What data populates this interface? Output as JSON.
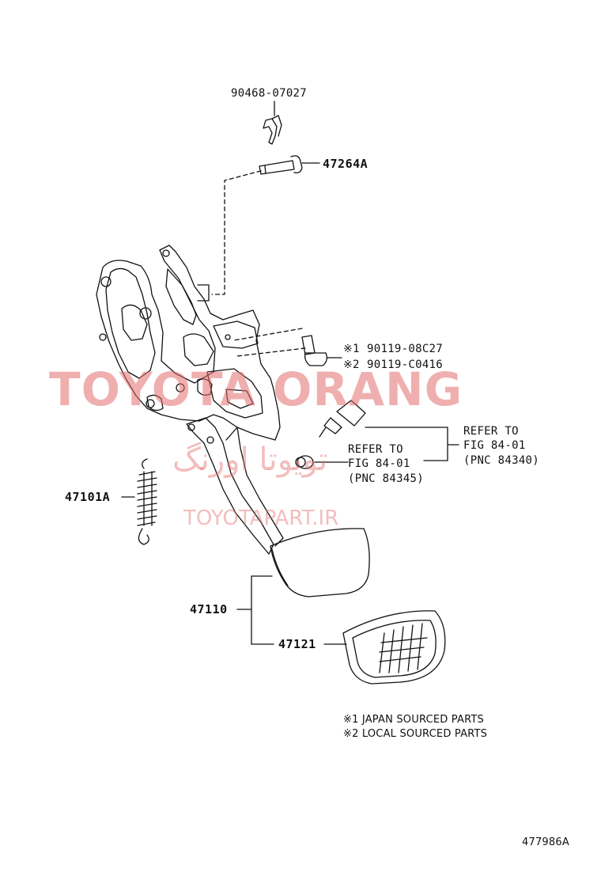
{
  "watermark": {
    "main": "TOYOTA ORANG",
    "persian": "تویوتا اورنگ",
    "site": "TOYOTAPART.IR",
    "color": "#e26e6e"
  },
  "parts": {
    "clip": "90468-07027",
    "pin": "47264A",
    "bolt_1": "90119-08C27",
    "bolt_2": "90119-C0416",
    "spring": "47101A",
    "pedal": "47110",
    "pad": "47121",
    "bolt_1_mark": "※1",
    "bolt_2_mark": "※2"
  },
  "references": {
    "switch": {
      "line1": "REFER TO",
      "line2": "FIG 84-01",
      "line3": "(PNC 84340)"
    },
    "stopper": {
      "line1": "REFER TO",
      "line2": "FIG 84-01",
      "line3": "(PNC 84345)"
    }
  },
  "notes": {
    "note1": "※1 JAPAN SOURCED PARTS",
    "note2": "※2 LOCAL SOURCED PARTS"
  },
  "figure_id": "477986A"
}
